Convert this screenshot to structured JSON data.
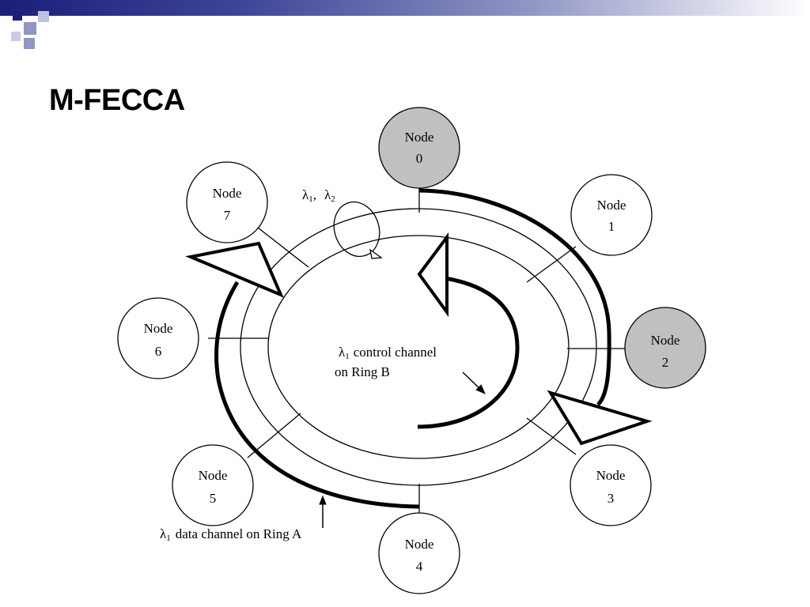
{
  "slide": {
    "title": "M-FECCA"
  },
  "colors": {
    "title_bar_dark": "#1a1f7a",
    "title_bar_light": "#8f95c4",
    "node_highlight": "#c0c0c0",
    "node_default": "#ffffff",
    "line": "#000000"
  },
  "diagram": {
    "nodes": [
      {
        "label": "Node",
        "number": "0",
        "highlighted": true
      },
      {
        "label": "Node",
        "number": "1",
        "highlighted": false
      },
      {
        "label": "Node",
        "number": "2",
        "highlighted": true
      },
      {
        "label": "Node",
        "number": "3",
        "highlighted": false
      },
      {
        "label": "Node",
        "number": "4",
        "highlighted": false
      },
      {
        "label": "Node",
        "number": "5",
        "highlighted": false
      },
      {
        "label": "Node",
        "number": "6",
        "highlighted": false
      },
      {
        "label": "Node",
        "number": "7",
        "highlighted": false
      }
    ],
    "wavelength_label": {
      "lambda1": "λ",
      "sub1": "1",
      "sep": ",",
      "lambda2": "λ",
      "sub2": "2"
    },
    "control_channel": {
      "lambda": "λ",
      "sub": "1",
      "line1": "control channel",
      "line2": "on Ring B"
    },
    "data_channel": {
      "lambda": "λ",
      "sub": "1",
      "text": "data channel on Ring A"
    }
  }
}
